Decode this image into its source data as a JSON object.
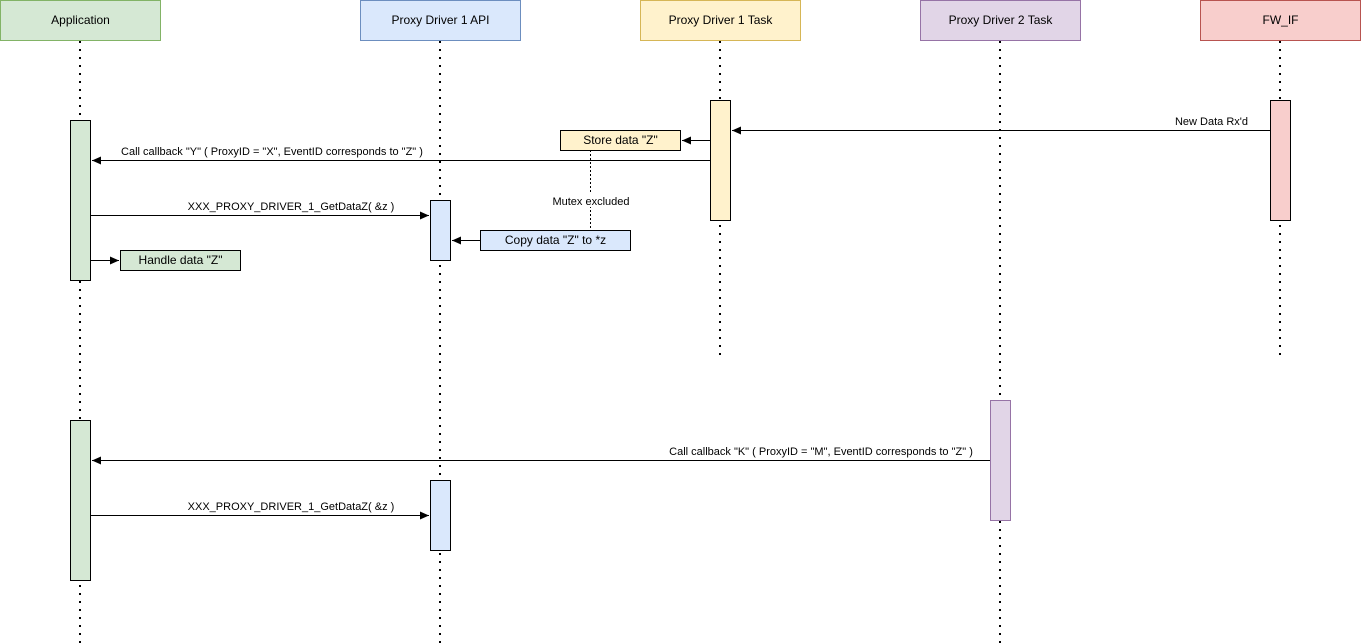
{
  "participants": {
    "application": {
      "label": "Application",
      "fill": "#d5e8d4",
      "stroke": "#82b366"
    },
    "proxy_api": {
      "label": "Proxy Driver 1 API",
      "fill": "#dae8fc",
      "stroke": "#6c8ebf"
    },
    "proxy_task1": {
      "label": "Proxy Driver 1 Task",
      "fill": "#fff2cc",
      "stroke": "#d6b656"
    },
    "proxy_task2": {
      "label": "Proxy Driver 2 Task",
      "fill": "#e1d5e7",
      "stroke": "#9673a6"
    },
    "fw_if": {
      "label": "FW_IF",
      "fill": "#f8cecc",
      "stroke": "#b85450"
    }
  },
  "messages": {
    "new_data": "New Data Rx'd",
    "call_callback_y": "Call callback \"Y\" ( ProxyID = \"X\",  EventID corresponds to \"Z\" )",
    "get_data_1": "XXX_PROXY_DRIVER_1_GetDataZ( &z )",
    "call_callback_k": "Call callback \"K\" ( ProxyID = \"M\",  EventID corresponds to \"Z\" )",
    "get_data_2": "XXX_PROXY_DRIVER_1_GetDataZ( &z )"
  },
  "notes": {
    "store_data": "Store data \"Z\"",
    "copy_data": "Copy data \"Z\" to *z",
    "handle_data": "Handle data \"Z\"",
    "mutex": "Mutex excluded"
  }
}
